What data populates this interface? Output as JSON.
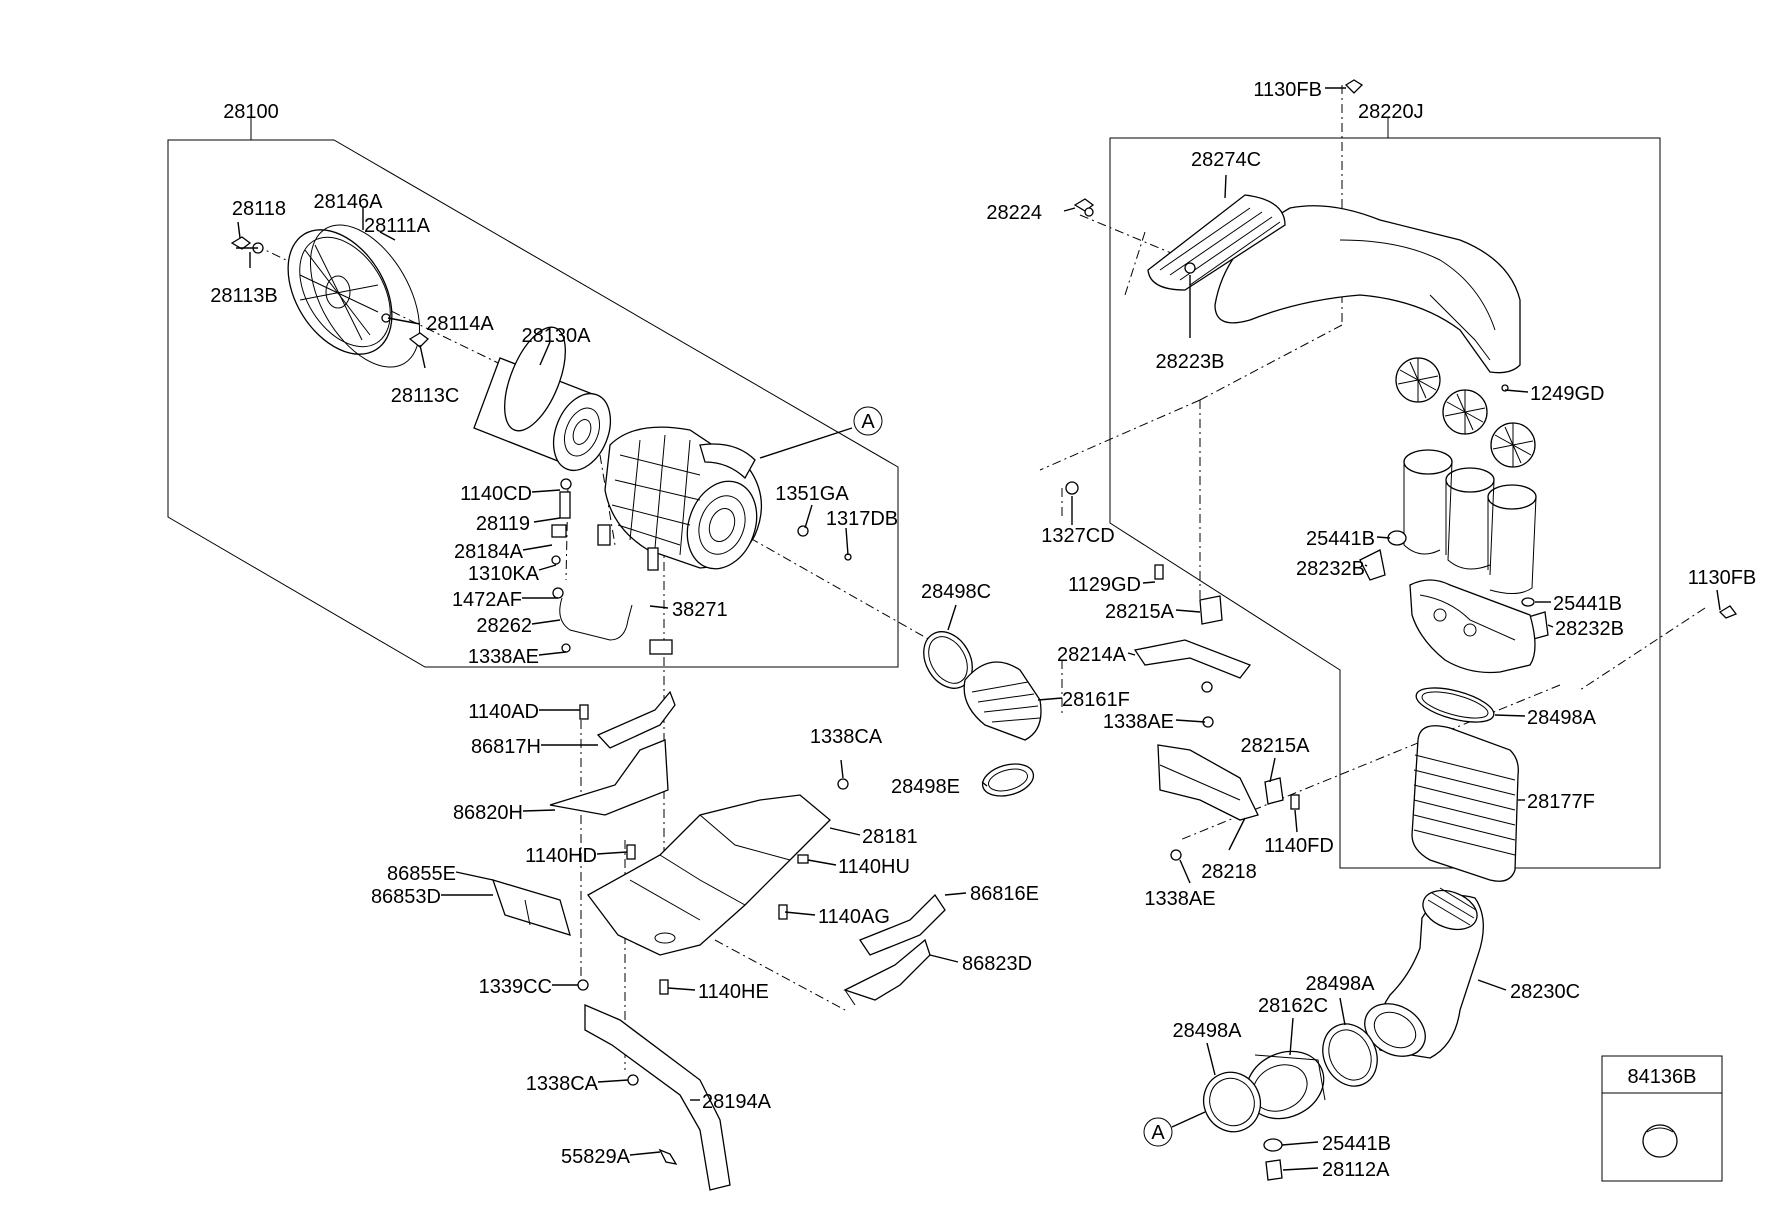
{
  "callouts": [
    "28100",
    "28118",
    "28146A",
    "28111A",
    "28113B",
    "28114A",
    "28130A",
    "28113C",
    "1140CD",
    "28119",
    "28184A",
    "1310KA",
    "1472AF",
    "28262",
    "1338AE",
    "38271",
    "1351GA",
    "1317DB",
    "A",
    "1140AD",
    "86817H",
    "86820H",
    "1140HD",
    "86855E",
    "86853D",
    "1339CC",
    "1338CA",
    "28194A",
    "55829A",
    "1140HE",
    "1140AG",
    "1140HU",
    "28181",
    "1338CA",
    "86816E",
    "86823D",
    "28498C",
    "28161F",
    "28498E",
    "1130FB",
    "28220J",
    "28274C",
    "28224",
    "28223B",
    "1249GD",
    "1327CD",
    "25441B",
    "28232B",
    "1129GD",
    "28215A",
    "28214A",
    "1338AE",
    "1130FB",
    "25441B",
    "28232B",
    "28498A",
    "28177F",
    "28215A",
    "1140FD",
    "28218",
    "1338AE",
    "28498A",
    "28162C",
    "28230C",
    "28498A",
    "A",
    "25441B",
    "28112A",
    "84136B"
  ]
}
